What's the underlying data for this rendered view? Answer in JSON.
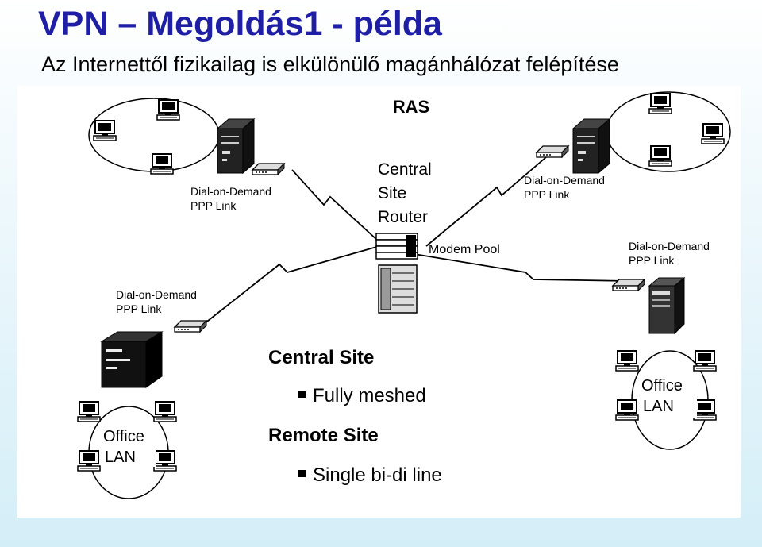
{
  "title": "VPN – Megoldás1 - példa",
  "subtitle": "Az Internettől fizikailag is elkülönülő magánhálózat felépítése",
  "diagram": {
    "ras_label": "RAS",
    "central_router_lines": [
      "Central",
      "Site",
      "Router"
    ],
    "modem_pool": "Modem Pool",
    "link_label_line1": "Dial-on-Demand",
    "link_label_line2": "PPP Link",
    "office_lan_line1": "Office",
    "office_lan_line2": "LAN",
    "central_site_heading": "Central Site",
    "central_site_bullet": "Fully meshed",
    "remote_site_heading": "Remote Site",
    "remote_site_bullet": "Single bi-di line"
  }
}
